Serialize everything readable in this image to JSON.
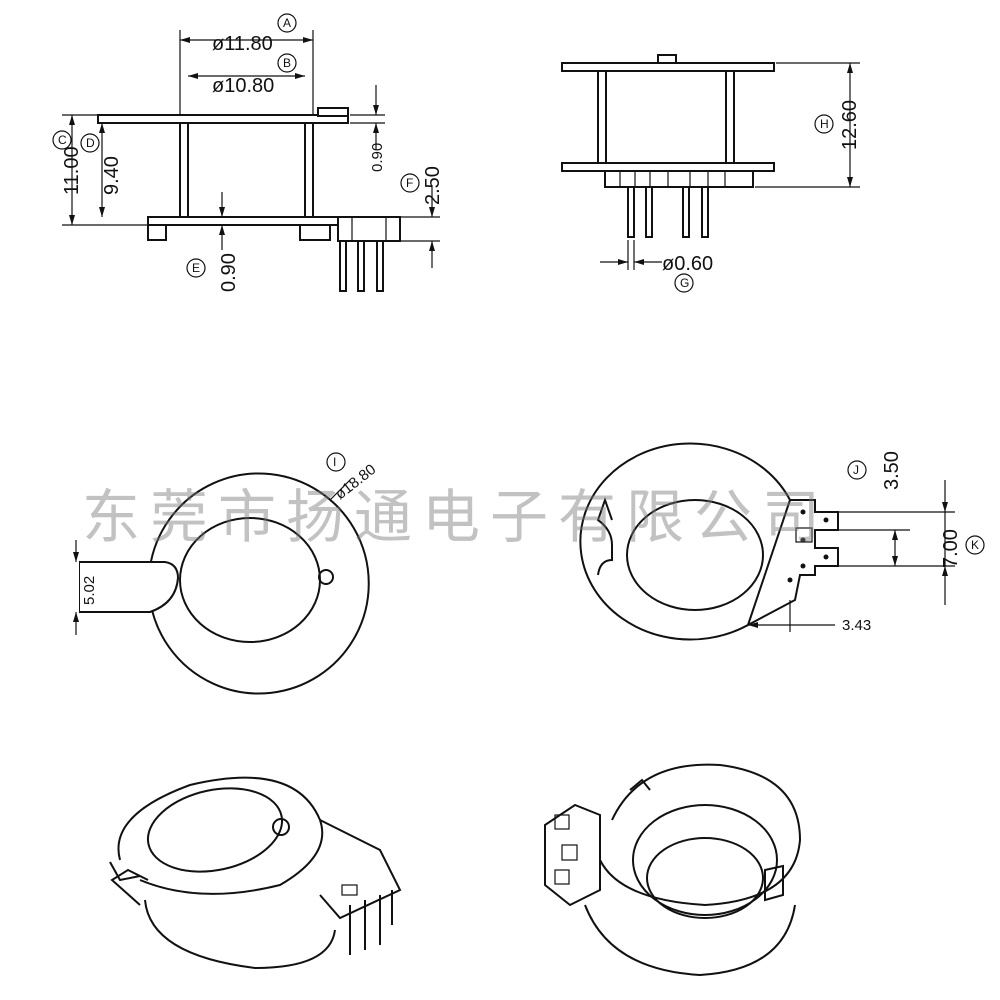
{
  "dimensions": {
    "A": {
      "letter": "A",
      "value": "ø11.80"
    },
    "B": {
      "letter": "B",
      "value": "ø10.80"
    },
    "C": {
      "letter": "C",
      "value": "11.00"
    },
    "D": {
      "letter": "D",
      "value": "9.40"
    },
    "E": {
      "letter": "E",
      "value": "0.90"
    },
    "E2": {
      "value": "0.90"
    },
    "F": {
      "letter": "F",
      "value": "2.50"
    },
    "G": {
      "letter": "G",
      "value": "ø0.60"
    },
    "H": {
      "letter": "H",
      "value": "12.60"
    },
    "I": {
      "letter": "I",
      "value": "ø18.80"
    },
    "J": {
      "letter": "J",
      "value": "3.50"
    },
    "K": {
      "letter": "K",
      "value": "7.00"
    },
    "slot": {
      "value": "5.02"
    },
    "offset": {
      "value": "3.43"
    }
  },
  "watermark": "东莞市扬通电子有限公司"
}
